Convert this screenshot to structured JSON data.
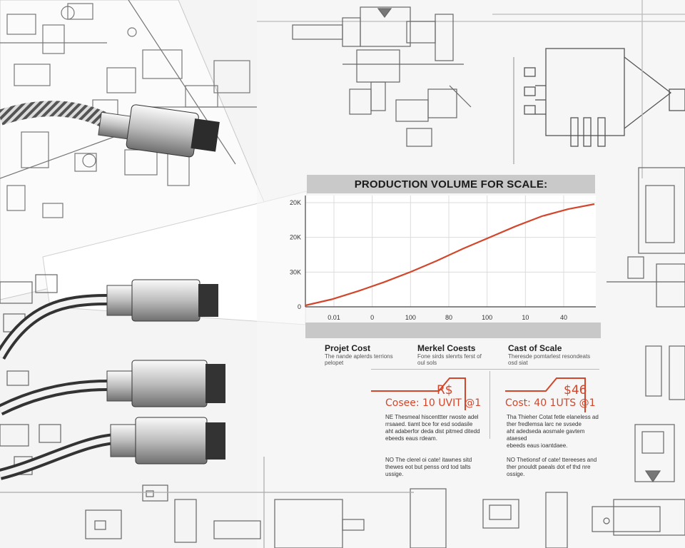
{
  "chart_data": {
    "type": "line",
    "title": "PRODUCTION VOLUME FOR SCALE:",
    "xlabel": "",
    "ylabel": "",
    "x_tick_labels": [
      "0.01",
      "0",
      "100",
      "80",
      "100",
      "10",
      "40"
    ],
    "y_tick_labels": [
      "0",
      "30K",
      "20K",
      "20K"
    ],
    "grid": true,
    "series": [
      {
        "color": "#d2462b",
        "values": [
          0.0,
          0.06,
          0.14,
          0.23,
          0.33,
          0.44,
          0.56,
          0.67,
          0.78,
          0.88,
          0.95,
          1.0
        ]
      }
    ]
  },
  "sections": [
    {
      "title": "Projet Cost",
      "sub": [
        "The nande aplerds terrions",
        "pelopet"
      ]
    },
    {
      "title": "Merkel Coests",
      "sub": [
        "Fone sirds slenrts ferst of",
        "oul sols"
      ]
    },
    {
      "title": "Cast of Scale",
      "sub": [
        "Theresde pomtarlest resondeats",
        "osd siat"
      ]
    }
  ],
  "cost_boxes": [
    {
      "amount": "R$",
      "line": "Cosee: 10 UVIT @1"
    },
    {
      "amount": "$46",
      "line": "Cost: 40 1UTS @1"
    }
  ],
  "paragraphs": {
    "left_top": [
      "NE Thesmeal hiscenttter rwoste adel",
      "rrsaaed. tiamt bce for esd sodasile",
      "aht adaberfor deda dist pitmed ditedd",
      "ebeeds eaus rdeam."
    ],
    "right_top": [
      "Tha Thieher Cotat fetle elaneless ad",
      "ther fredlemsa larc ne svsede",
      "aht adedseda aosmale gavtem ataesed",
      "ebeeds eaus ioantdaee."
    ],
    "left_bottom": [
      "NO The clerel oi cate! itawnes sitd",
      "thewes eot but penss ord tod talts",
      "ussige."
    ],
    "right_bottom": [
      "NO Thetionsf of cate! ttereeses and",
      "ther pnouldt paeals dot ef thd nre",
      "ossige."
    ]
  },
  "colors": {
    "accent": "#d2462b",
    "grid": "#dcdcdc",
    "bar": "#c8c8c8"
  },
  "icons": [
    "braided-cable-icon",
    "connector-plug-icon",
    "schematic-drawing-icon",
    "circuit-board-icon"
  ]
}
